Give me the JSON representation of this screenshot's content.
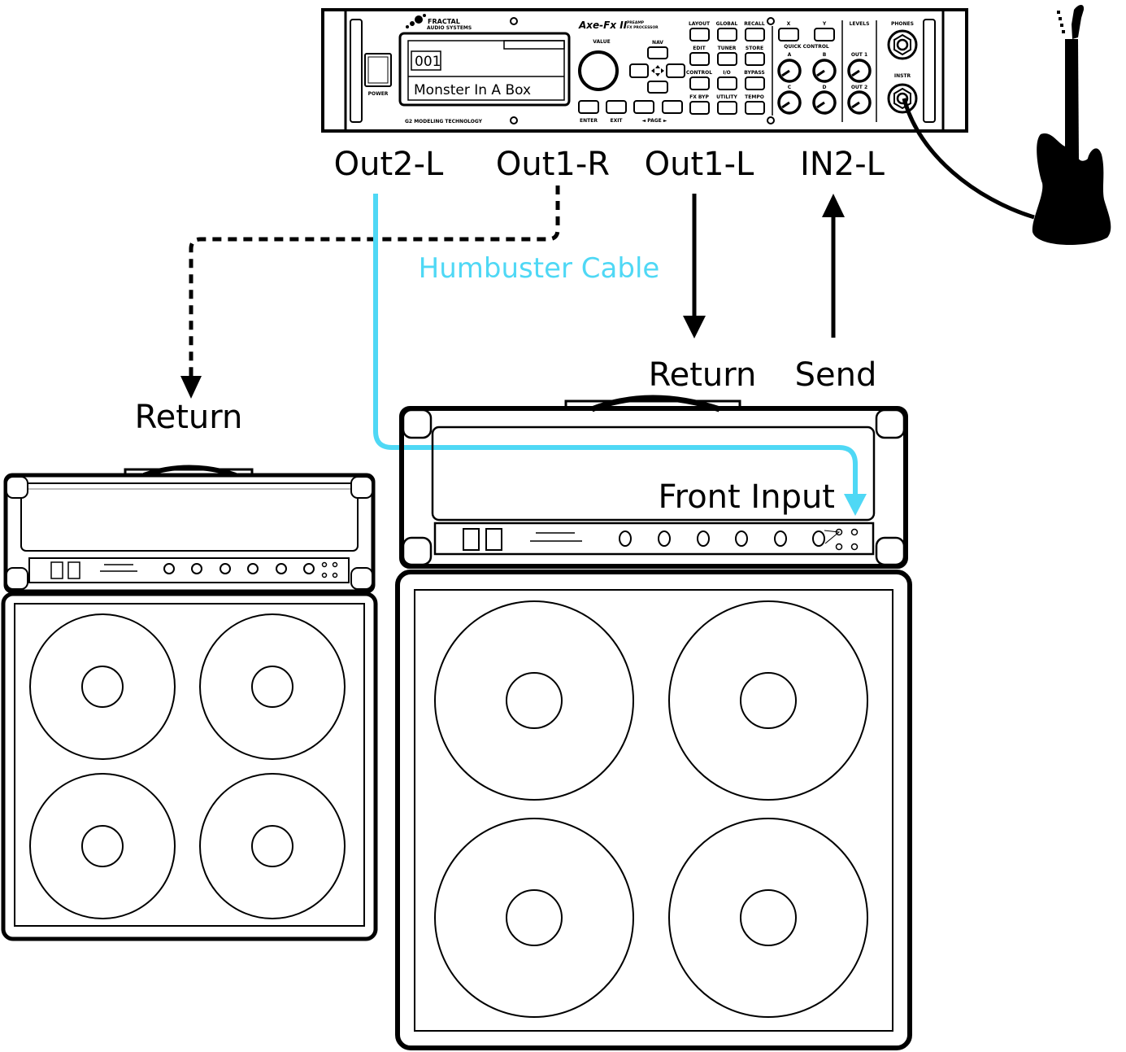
{
  "device": {
    "brand_line1": "FRACTAL",
    "brand_line2": "AUDIO SYSTEMS",
    "model": "Axe-Fx II",
    "model_sub1": "PREAMP",
    "model_sub2": "FX PROCESSOR",
    "power_label": "POWER",
    "tech_label": "G2 MODELING TECHNOLOGY",
    "lcd_preset_number": "001",
    "lcd_preset_name": "Monster In A Box",
    "value_label": "VALUE",
    "nav_label": "NAV",
    "enter_label": "ENTER",
    "exit_label": "EXIT",
    "page_label": "◄ PAGE ►",
    "buttons": [
      "LAYOUT",
      "GLOBAL",
      "RECALL",
      "EDIT",
      "TUNER",
      "STORE",
      "CONTROL",
      "I/O",
      "BYPASS",
      "FX BYP",
      "UTILITY",
      "TEMPO"
    ],
    "x_label": "X",
    "y_label": "Y",
    "quick_control_label": "QUICK CONTROL",
    "knob_labels": [
      "A",
      "B",
      "C",
      "D"
    ],
    "levels_label": "LEVELS",
    "out1_label": "OUT 1",
    "out2_label": "OUT 2",
    "phones_label": "PHONES",
    "instr_label": "INSTR"
  },
  "ports": {
    "out2_l": "Out2-L",
    "out1_r": "Out1-R",
    "out1_l": "Out1-L",
    "in2_l": "IN2-L"
  },
  "connections": {
    "humbuster_label": "Humbuster Cable",
    "humbuster_color": "#4fd8f5",
    "left_amp_return": "Return",
    "right_amp_return": "Return",
    "right_amp_send": "Send",
    "front_input": "Front Input"
  }
}
